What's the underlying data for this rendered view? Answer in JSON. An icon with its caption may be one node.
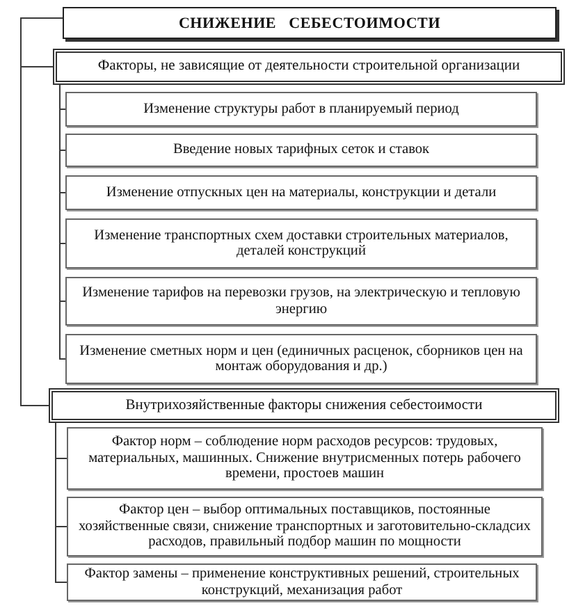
{
  "diagram": {
    "nodes": [
      {
        "text": [
          "СНИЖЕНИЕ СЕБЕСТОИМОСТИ"
        ]
      },
      {
        "text": [
          "Факторы, не зависящие от деятельности строительной организации"
        ]
      },
      {
        "text": [
          "Изменение структуры работ в планируемый период"
        ]
      },
      {
        "text": [
          "Введение новых тарифных сеток и ставок"
        ]
      },
      {
        "text": [
          "Изменение отпускных цен на материалы, конструкции и детали"
        ]
      },
      {
        "text": [
          "Изменение транспортных схем доставки строительных материалов, деталей конструкций"
        ]
      },
      {
        "text": [
          "Изменение тарифов на перевозки грузов, на электрическую и тепловую энергию"
        ]
      },
      {
        "text": [
          "Изменение сметных норм и цен (единичных расценок, сборников цен на монтаж оборудования и др.)"
        ]
      },
      {
        "text": [
          "Внутрихозяйственные факторы снижения себестоимости"
        ]
      },
      {
        "text": [
          "Фактор норм – соблюдение норм расходов ресурсов: трудовых, материальных, машинных. Снижение внутрисменных потерь рабочего времени, простоев машин"
        ]
      },
      {
        "text": [
          "Фактор цен – выбор оптимальных поставщиков, постоянные хозяйственные связи, снижение транспортных и заготовительно-складсих расходов, правильный подбор машин по мощности"
        ]
      },
      {
        "text": [
          "Фактор замены – применение конструктивных решений, строительных конструкций, механизация работ"
        ]
      }
    ],
    "edges": [
      {
        "from": 0,
        "to": 1,
        "arrow": "none"
      },
      {
        "from": 1,
        "to": 2,
        "arrow": "none"
      },
      {
        "from": 1,
        "to": 3,
        "arrow": "none"
      },
      {
        "from": 1,
        "to": 4,
        "arrow": "none"
      },
      {
        "from": 1,
        "to": 5,
        "arrow": "none"
      },
      {
        "from": 1,
        "to": 6,
        "arrow": "none"
      },
      {
        "from": 1,
        "to": 7,
        "arrow": "none"
      },
      {
        "from": 0,
        "to": 8,
        "arrow": "none"
      },
      {
        "from": 8,
        "to": 9,
        "arrow": "none"
      },
      {
        "from": 8,
        "to": 10,
        "arrow": "none"
      },
      {
        "from": 8,
        "to": 11,
        "arrow": "none"
      }
    ]
  }
}
